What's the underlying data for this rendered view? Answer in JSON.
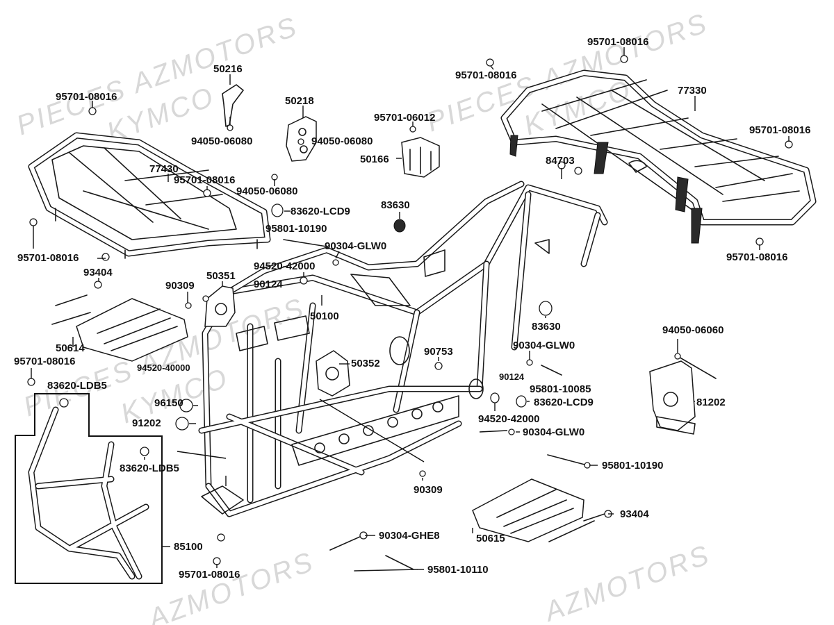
{
  "watermarks": [
    "PIECES AZMOTORS",
    "KYMCO",
    "PIECES AZMOTORS",
    "KYMCO",
    "PIECES AZMOTORS",
    "KYMCO",
    "AZMOTORS",
    "AZMOTORS"
  ],
  "labels": {
    "l1": "50216",
    "l2": "95701-08016",
    "l3": "94050-06080",
    "l4": "50218",
    "l5": "94050-06080",
    "l6": "95701-06012",
    "l7": "50166",
    "l8": "95701-08016",
    "l9": "95701-08016",
    "l10": "77330",
    "l11": "95701-08016",
    "l12": "77430",
    "l13": "95701-08016",
    "l14": "94050-06080",
    "l15": "84703",
    "l16": "83620-LCD9",
    "l17": "83630",
    "l18": "95801-10190",
    "l19": "90304-GLW0",
    "l20": "95701-08016",
    "l21": "95701-08016",
    "l22": "93404",
    "l23": "94520-42000",
    "l24": "90124",
    "l25": "90309",
    "l26": "50351",
    "l27": "50100",
    "l28": "83630",
    "l29": "94050-06060",
    "l30": "50614",
    "l31": "95701-08016",
    "l32": "50352",
    "l33": "90753",
    "l34": "90304-GLW0",
    "l35": "94520-40000",
    "l36": "83620-LDB5",
    "l37": "90124",
    "l38": "95801-10085",
    "l39": "83620-LCD9",
    "l40": "81202",
    "l41": "96150",
    "l42": "94520-42000",
    "l43": "91202",
    "l44": "90304-GLW0",
    "l45": "83620-LDB5",
    "l46": "95801-10190",
    "l47": "90309",
    "l48": "93404",
    "l49": "90304-GHE8",
    "l50": "50615",
    "l51": "85100",
    "l52": "95801-10110",
    "l53": "95701-08016"
  }
}
